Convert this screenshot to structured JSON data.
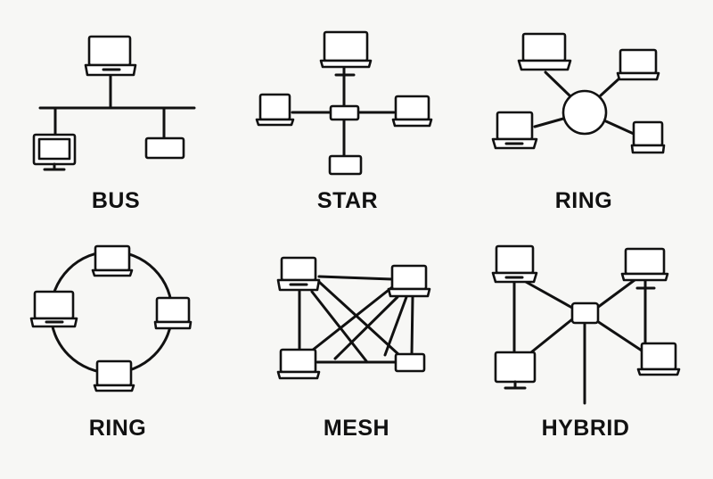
{
  "labels": {
    "bus": "BUS",
    "star": "STAR",
    "ring": "RING",
    "ring_alt": "RING",
    "mesh": "MESH",
    "hybrid": "HYBRID"
  },
  "colors": {
    "stroke": "#111111",
    "background": "#f7f7f5"
  }
}
